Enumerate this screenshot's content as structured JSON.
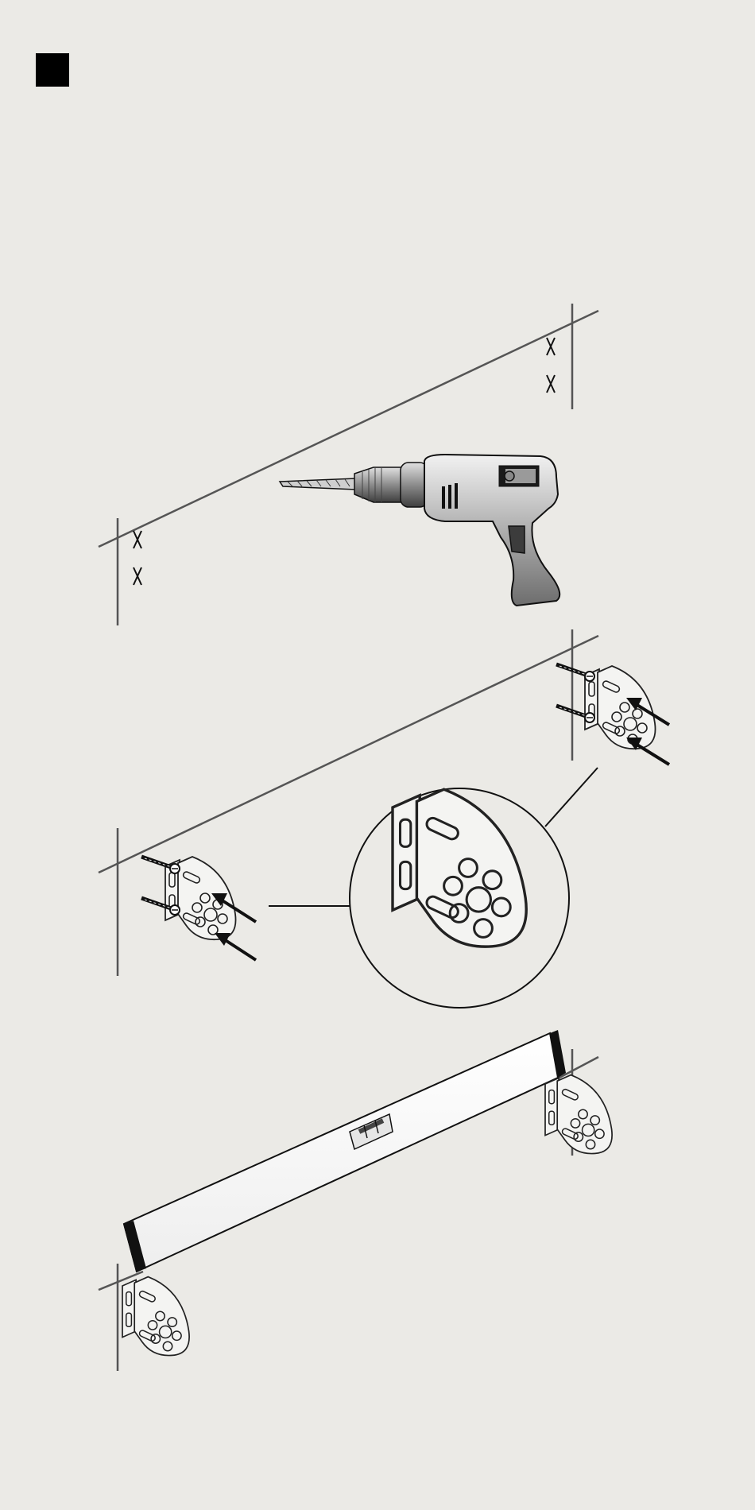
{
  "step": {
    "marker_color": "#000000"
  },
  "illustrations": [
    {
      "name": "mark-drill-holes",
      "icons": [
        "drill-icon",
        "x-mark-icon"
      ]
    },
    {
      "name": "mount-brackets",
      "icons": [
        "bracket-icon",
        "screw-icon",
        "arrow-icon"
      ]
    },
    {
      "name": "bracket-detail",
      "icons": [
        "bracket-detail-icon"
      ]
    },
    {
      "name": "level-check",
      "icons": [
        "spirit-level-icon",
        "bracket-icon"
      ]
    }
  ],
  "colors": {
    "background": "#ebeae6",
    "line": "#555555",
    "ink": "#111111"
  }
}
